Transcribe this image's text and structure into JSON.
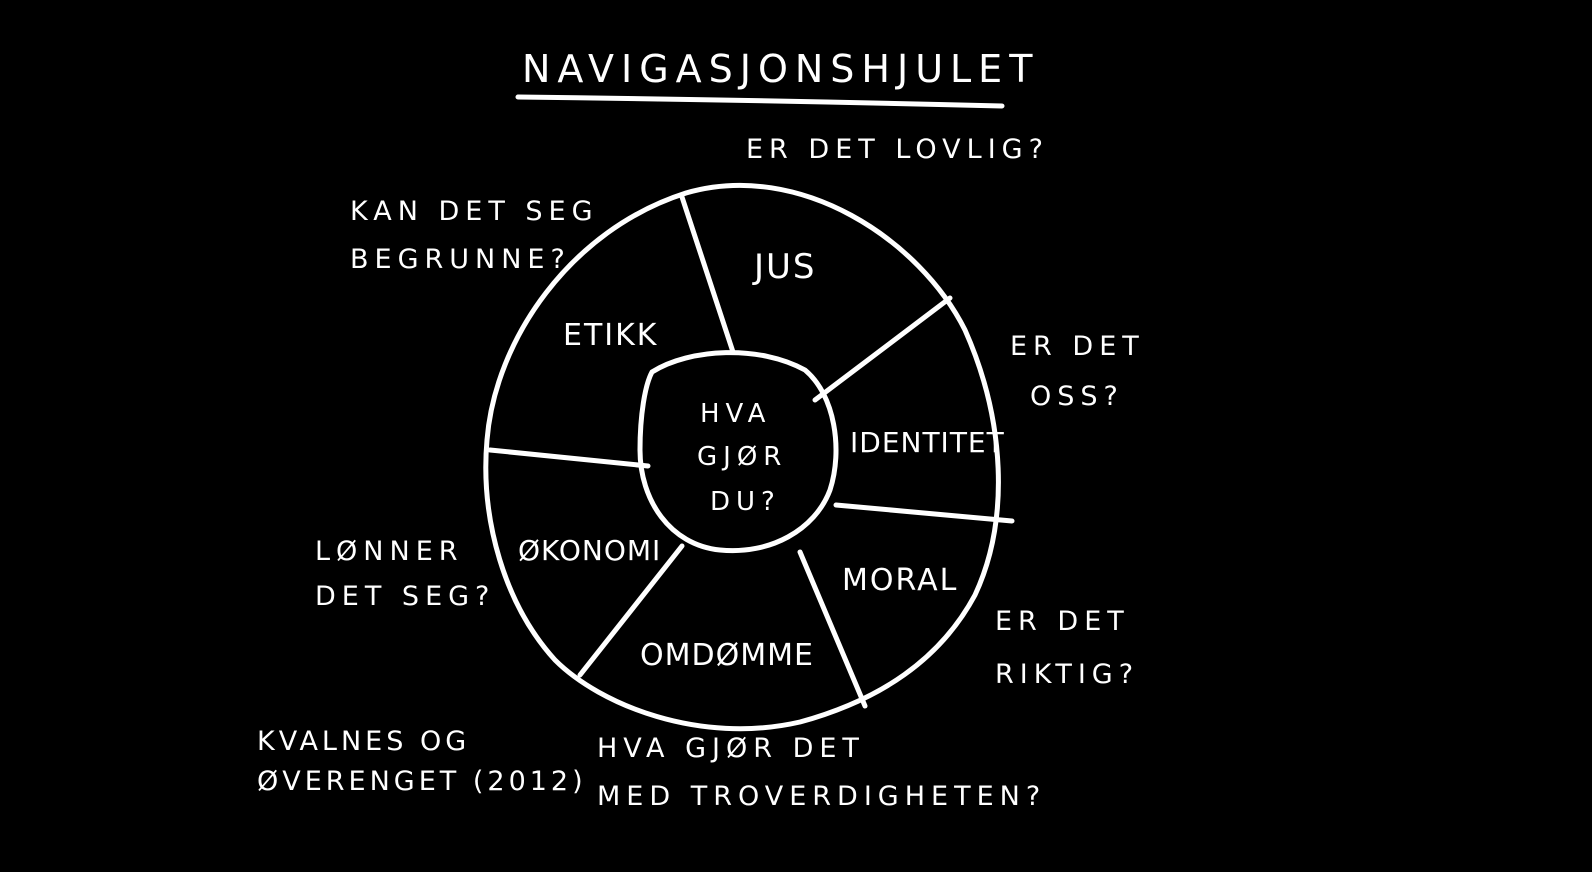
{
  "title": "NAVIGASJONSHJULET",
  "center": {
    "lines": [
      "HVA",
      "GJØR",
      "DU?"
    ]
  },
  "segments": {
    "jus": "JUS",
    "identitet": "IDENTITET",
    "moral": "MORAL",
    "omdomme": "OMDØMME",
    "okonomi": "ØKONOMI",
    "etikk": "ETIKK"
  },
  "questions": {
    "jus": [
      "ER DET LOVLIG?"
    ],
    "identitet": [
      "ER DET",
      "OSS?"
    ],
    "moral": [
      "ER DET",
      "RIKTIG?"
    ],
    "omdomme": [
      "HVA GJØR DET",
      "MED TROVERDIGHETEN?"
    ],
    "okonomi": [
      "LØNNER",
      "DET SEG?"
    ],
    "etikk": [
      "KAN DET SEG",
      "BEGRUNNE?"
    ]
  },
  "citation": [
    "KVALNES OG",
    "ØVERENGET (2012)"
  ],
  "colors": {
    "background": "#000000",
    "ink": "#ffffff"
  }
}
